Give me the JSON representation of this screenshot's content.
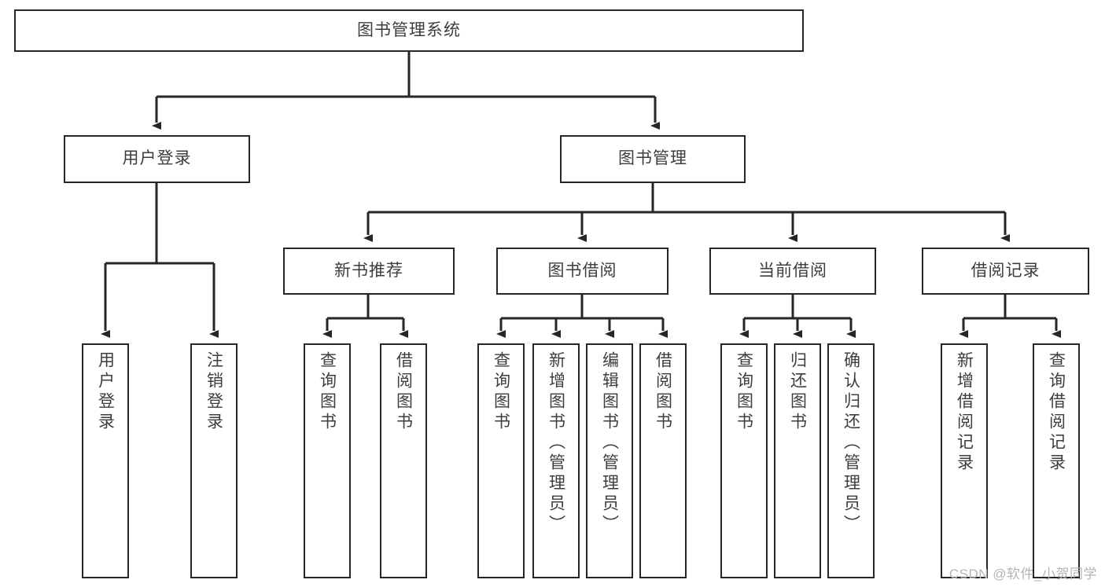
{
  "diagram": {
    "title": "图书管理系统",
    "type": "tree",
    "watermark": "CSDN @软件_小贺同学",
    "colors": {
      "box_border": "#262626",
      "box_fill": "#ffffff",
      "text": "#3d3d3d",
      "edge": "#262626",
      "watermark": "#b4b4b4",
      "background": "#ffffff"
    },
    "nodes": {
      "root": {
        "label": "图书管理系统"
      },
      "level1": [
        {
          "id": "user-login",
          "label": "用户登录"
        },
        {
          "id": "book-manage",
          "label": "图书管理"
        }
      ],
      "level2": [
        {
          "id": "new-book-recommend",
          "label": "新书推荐"
        },
        {
          "id": "book-borrow",
          "label": "图书借阅"
        },
        {
          "id": "current-borrow",
          "label": "当前借阅"
        },
        {
          "id": "borrow-record",
          "label": "借阅记录"
        }
      ],
      "leaves": {
        "user_login": [
          {
            "id": "leaf-user-login",
            "label": "用户登录"
          },
          {
            "id": "leaf-logout-login",
            "label": "注销登录"
          }
        ],
        "new_book_recommend": [
          {
            "id": "leaf-query-book-1",
            "label": "查询图书"
          },
          {
            "id": "leaf-borrow-book-1",
            "label": "借阅图书"
          }
        ],
        "book_borrow": [
          {
            "id": "leaf-query-book-2",
            "label": "查询图书"
          },
          {
            "id": "leaf-add-book",
            "label": "新增图书（管理员）"
          },
          {
            "id": "leaf-edit-book",
            "label": "编辑图书（管理员）"
          },
          {
            "id": "leaf-borrow-book-2",
            "label": "借阅图书"
          }
        ],
        "current_borrow": [
          {
            "id": "leaf-query-book-3",
            "label": "查询图书"
          },
          {
            "id": "leaf-return-book",
            "label": "归还图书"
          },
          {
            "id": "leaf-confirm-return",
            "label": "确认归还（管理员）"
          }
        ],
        "borrow_record": [
          {
            "id": "leaf-add-record",
            "label": "新增借阅记录"
          },
          {
            "id": "leaf-query-record",
            "label": "查询借阅记录"
          }
        ]
      }
    }
  }
}
